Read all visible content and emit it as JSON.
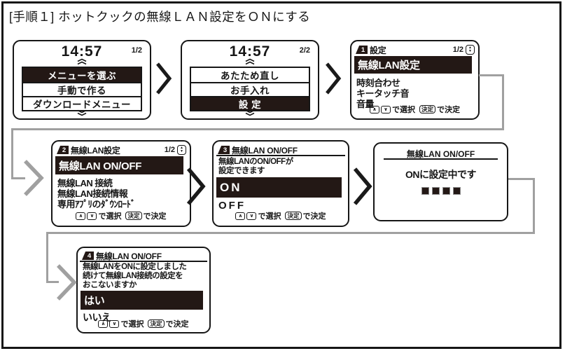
{
  "title": "[手順１] ホットクックの無線ＬＡＮ設定をＯＮにする",
  "footer_hint": {
    "select": "で選択",
    "enter_key": "決定",
    "confirm": "で決定"
  },
  "icons": {
    "up_key": "∧",
    "down_key": "∨",
    "up_triangle": "▲",
    "down_triangle": "▼"
  },
  "colors": {
    "ink": "#231815",
    "connector_gray": "#a0a0a0",
    "background": "#ffffff"
  },
  "screens": {
    "s1": {
      "time": "14:57",
      "page": "1/2",
      "selected_item": "メニューを選ぶ",
      "items": [
        "手動で作る",
        "ダウンロードメニュー"
      ]
    },
    "s2": {
      "time": "14:57",
      "page": "2/2",
      "items": [
        "あたため直し",
        "お手入れ"
      ],
      "selected_item": "設 定"
    },
    "s3": {
      "badge": "1",
      "header": "設定",
      "page": "1/2",
      "selected_item": "無線LAN設定",
      "items": [
        "時刻合わせ",
        "キータッチ音",
        "音量"
      ]
    },
    "s4": {
      "badge": "2",
      "header": "無線LAN設定",
      "page": "1/2",
      "selected_item": "無線LAN ON/OFF",
      "items": [
        "無線LAN 接続",
        "無線LAN接続情報",
        "専用ｱﾌﾟﾘのﾀﾞｳﾝﾛｰﾄﾞ"
      ]
    },
    "s5": {
      "badge": "3",
      "header": "無線LAN ON/OFF",
      "description": [
        "無線LANのON/OFFが",
        "設定できます"
      ],
      "selected_item": "ON",
      "items": [
        "OFF"
      ]
    },
    "s6": {
      "header": "無線LAN ON/OFF",
      "message": "ONに設定中です",
      "progress_blocks": 4
    },
    "s7": {
      "badge": "4",
      "header": "無線LAN ON/OFF",
      "description": [
        "無線LANをONに設定しました",
        "続けて無線LAN接続の設定を",
        "おこないますか"
      ],
      "selected_item": "はい",
      "items": [
        "いいえ"
      ]
    }
  }
}
